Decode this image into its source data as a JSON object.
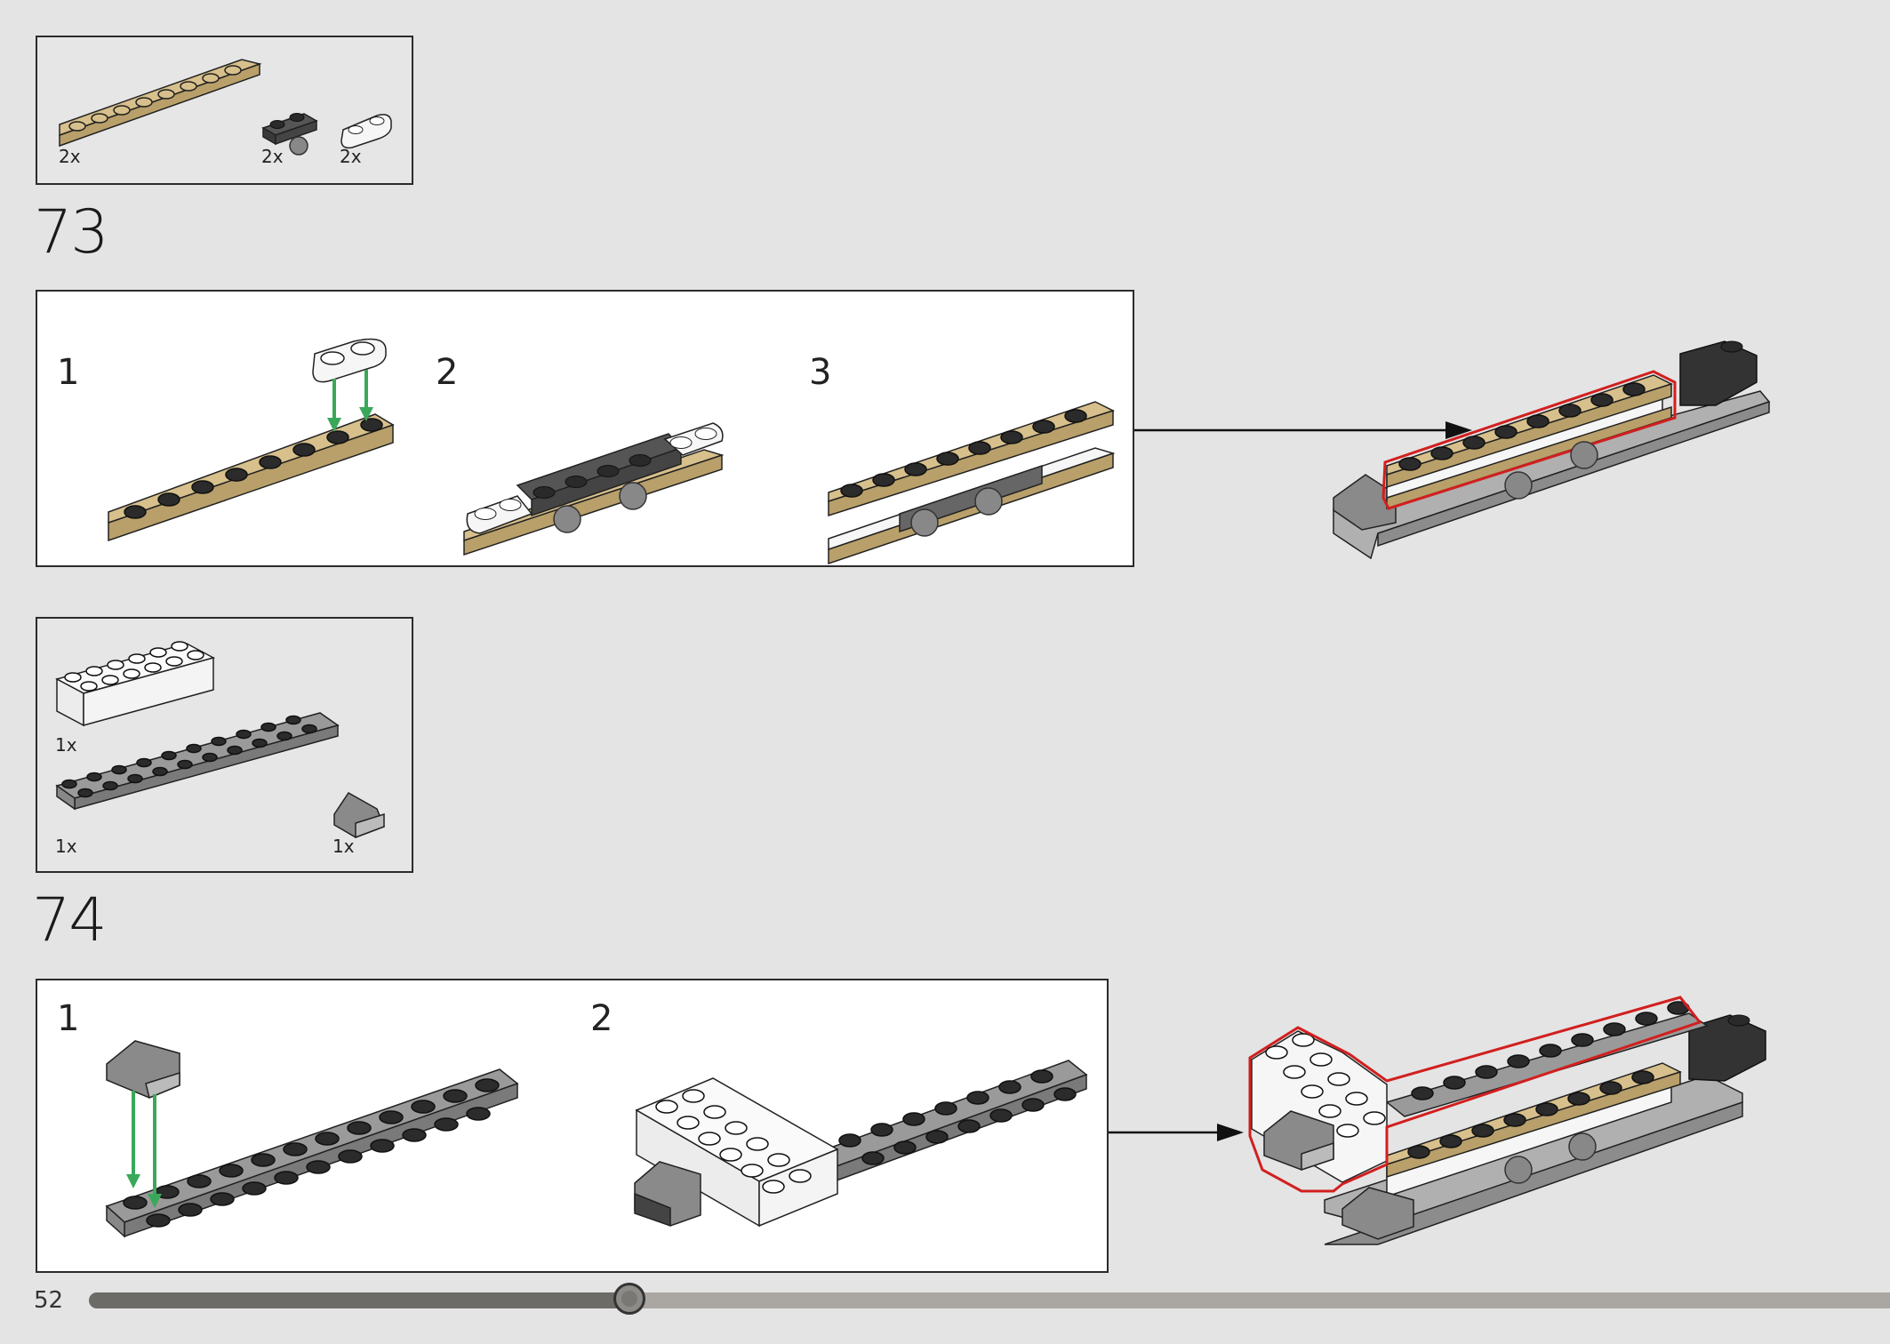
{
  "page": {
    "number": "52",
    "progress": 0.3
  },
  "steps": [
    {
      "number": "73",
      "parts": [
        {
          "qty": "2x",
          "icon": "tan-1x8-plate"
        },
        {
          "qty": "2x",
          "icon": "dark-grey-plate-with-ball"
        },
        {
          "qty": "2x",
          "icon": "white-1x2-plate"
        }
      ],
      "substeps": [
        "1",
        "2",
        "3"
      ]
    },
    {
      "number": "74",
      "parts": [
        {
          "qty": "1x",
          "icon": "white-2x6-brick"
        },
        {
          "qty": "1x",
          "icon": "grey-2x10-plate"
        },
        {
          "qty": "1x",
          "icon": "grey-slope"
        }
      ],
      "substeps": [
        "1",
        "2"
      ]
    }
  ],
  "colors": {
    "tan": "#d7c08c",
    "dark": "#3a3a3a",
    "grey": "#8c8c8c",
    "white": "#f6f6f6",
    "highlight": "#d21f1f",
    "arrow_green": "#3aa85a"
  }
}
